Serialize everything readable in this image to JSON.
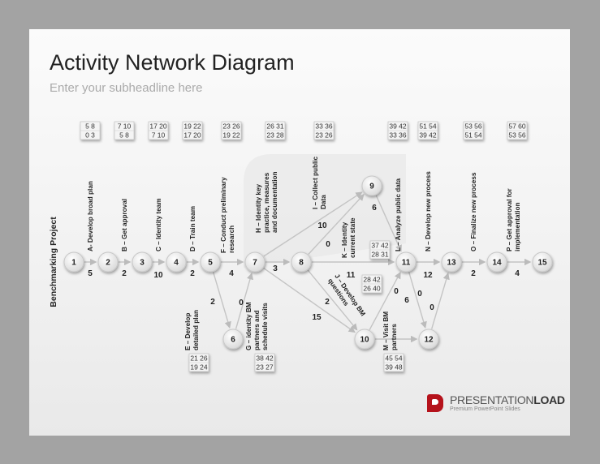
{
  "title": "Activity Network Diagram",
  "subtitle": "Enter your subheadline here",
  "side_label": "Benchmarking Project",
  "logo": {
    "brand_a": "PRESENTATION",
    "brand_b": "LOAD",
    "tagline": "Premium PowerPoint Slides",
    "color": "#b5121b"
  },
  "nodes": [
    "1",
    "2",
    "3",
    "4",
    "5",
    "6",
    "7",
    "8",
    "9",
    "10",
    "11",
    "12",
    "13",
    "14",
    "15"
  ],
  "edges": [
    {
      "from": "1",
      "to": "2",
      "duration": "5"
    },
    {
      "from": "2",
      "to": "3",
      "duration": "2"
    },
    {
      "from": "3",
      "to": "4",
      "duration": "10"
    },
    {
      "from": "4",
      "to": "5",
      "duration": "2"
    },
    {
      "from": "5",
      "to": "7",
      "duration": "4"
    },
    {
      "from": "7",
      "to": "8",
      "duration": "3"
    },
    {
      "from": "8",
      "to": "11",
      "duration": "11"
    },
    {
      "from": "11",
      "to": "13",
      "duration": "12"
    },
    {
      "from": "13",
      "to": "14",
      "duration": "2"
    },
    {
      "from": "14",
      "to": "15",
      "duration": "4"
    },
    {
      "from": "7",
      "to": "9",
      "duration": "10"
    },
    {
      "from": "8",
      "to": "9",
      "duration": "0"
    },
    {
      "from": "9",
      "to": "11",
      "duration": "6"
    },
    {
      "from": "5",
      "to": "6",
      "duration": "2"
    },
    {
      "from": "6",
      "to": "7",
      "duration": "0"
    },
    {
      "from": "8",
      "to": "10",
      "duration": "2"
    },
    {
      "from": "7",
      "to": "10",
      "duration": "15"
    },
    {
      "from": "10",
      "to": "11",
      "duration": "0"
    },
    {
      "from": "11",
      "to": "12",
      "duration": "6"
    },
    {
      "from": "12",
      "to": "13",
      "duration": "0"
    },
    {
      "from": "10",
      "to": "12",
      "duration": "0"
    }
  ],
  "activities": [
    {
      "key": "A",
      "lines": [
        "A- Develop broad plan"
      ]
    },
    {
      "key": "B",
      "lines": [
        "B – Get approval"
      ]
    },
    {
      "key": "C",
      "lines": [
        "C – Identity team"
      ]
    },
    {
      "key": "D",
      "lines": [
        "D – Train team"
      ]
    },
    {
      "key": "E",
      "lines": [
        "E – Develop",
        "detailed plan"
      ]
    },
    {
      "key": "F",
      "lines": [
        "F – Conduct preliminary",
        "research"
      ]
    },
    {
      "key": "G",
      "lines": [
        "G – identity BM",
        "partners and",
        "schedule visits"
      ]
    },
    {
      "key": "H",
      "lines": [
        "H – Identity key",
        "practice, measures",
        "and documentation"
      ]
    },
    {
      "key": "I",
      "lines": [
        "I – Collect public",
        "Data"
      ]
    },
    {
      "key": "J",
      "lines": [
        "J – Develop BM",
        "questions"
      ]
    },
    {
      "key": "K",
      "lines": [
        "K – Identity",
        "current state"
      ]
    },
    {
      "key": "L",
      "lines": [
        "L – Analyze public data"
      ]
    },
    {
      "key": "M",
      "lines": [
        "M – Visit BM",
        "partners"
      ]
    },
    {
      "key": "N",
      "lines": [
        "N – Develop new process"
      ]
    },
    {
      "key": "O",
      "lines": [
        "O – Finalize new process"
      ]
    },
    {
      "key": "P",
      "lines": [
        "P – Get approval for",
        "implementation"
      ]
    }
  ],
  "time_boxes": [
    {
      "key": "A",
      "top": "5  8",
      "bottom": "0  3"
    },
    {
      "key": "B",
      "top": "7 10",
      "bottom": "5  8"
    },
    {
      "key": "C",
      "top": "17 20",
      "bottom": "7 10"
    },
    {
      "key": "D",
      "top": "19 22",
      "bottom": "17 20"
    },
    {
      "key": "F",
      "top": "23 26",
      "bottom": "19 22"
    },
    {
      "key": "H",
      "top": "26 31",
      "bottom": "23 28"
    },
    {
      "key": "I",
      "top": "33 36",
      "bottom": "23 26"
    },
    {
      "key": "L",
      "top": "39 42",
      "bottom": "33 36"
    },
    {
      "key": "N",
      "top": "51 54",
      "bottom": "39 42"
    },
    {
      "key": "O",
      "top": "53 56",
      "bottom": "51 54"
    },
    {
      "key": "P",
      "top": "57 60",
      "bottom": "53 56"
    },
    {
      "key": "K",
      "top": "37 42",
      "bottom": "28 31"
    },
    {
      "key": "J",
      "top": "28 42",
      "bottom": "26 40"
    },
    {
      "key": "E",
      "top": "21 26",
      "bottom": "19 24"
    },
    {
      "key": "G",
      "top": "38 42",
      "bottom": "23 27"
    },
    {
      "key": "M",
      "top": "45 54",
      "bottom": "39 48"
    }
  ]
}
